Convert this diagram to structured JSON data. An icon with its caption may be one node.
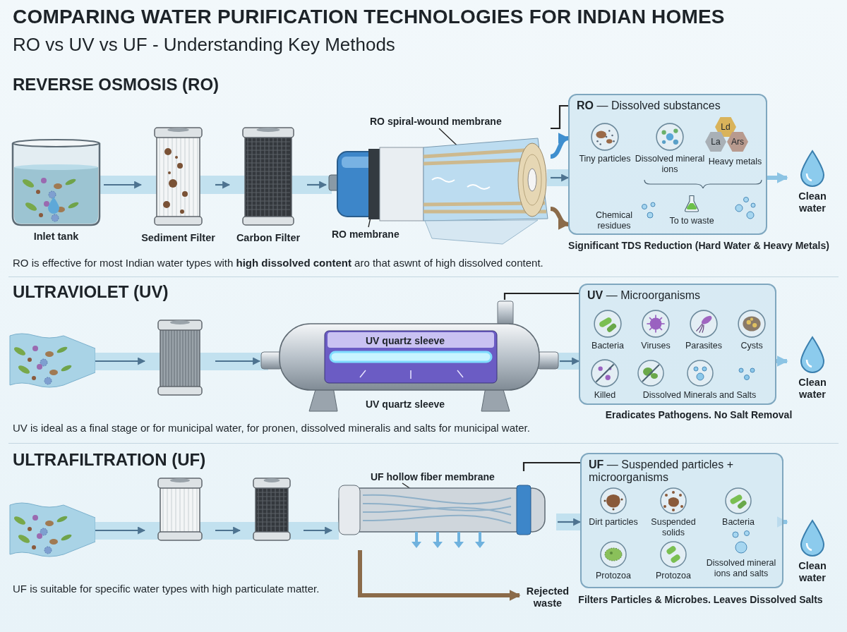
{
  "diagram": {
    "title": "COMPARING WATER PURIFICATION TECHNOLOGIES FOR INDIAN HOMES",
    "nodes": [
      {
        "text": [
          "Inlet tank"
        ]
      },
      {
        "text": [
          "Sediment Filter"
        ]
      },
      {
        "text": [
          "Carbon Filter"
        ]
      },
      {
        "text": [
          "RO spiral-wound membrane",
          "RO membrane"
        ]
      },
      {
        "text": [
          "**RO** — Dissolved substances"
        ],
        "beside": [
          "Significant TDS Reduction (Hard Water & Heavy Metals)"
        ]
      },
      {
        "text": [
          "Tiny particles"
        ],
        "in": 4
      },
      {
        "text": [
          "Dissolved mineral ions"
        ],
        "in": 4
      },
      {
        "text": [
          "Heavy metals"
        ],
        "in": 4
      },
      {
        "text": [
          "Chemical residues"
        ],
        "in": 4
      },
      {
        "text": [
          "To to waste"
        ],
        "in": 4
      },
      {
        "text": [
          "Clean water"
        ]
      },
      {
        "text": [],
        "shape": "picture"
      },
      {
        "text": [],
        "shape": "picture"
      },
      {
        "text": [
          "UV quartz sleeve",
          "UV quartz sleeve"
        ]
      },
      {
        "text": [
          "**UV** — Microorganisms"
        ],
        "beside": [
          "Eradicates Pathogens. No Salt Removal"
        ]
      },
      {
        "text": [
          "Bacteria"
        ],
        "in": 14
      },
      {
        "text": [
          "Viruses"
        ],
        "in": 14
      },
      {
        "text": [
          "Parasites"
        ],
        "in": 14
      },
      {
        "text": [
          "Cysts"
        ],
        "in": 14
      },
      {
        "text": [
          "Killed"
        ],
        "in": 14
      },
      {
        "text": [
          "Dissolved Minerals and Salts"
        ],
        "in": 14
      },
      {
        "text": [
          "Clean water"
        ]
      },
      {
        "text": [],
        "shape": "picture"
      },
      {
        "text": [],
        "shape": "picture"
      },
      {
        "text": [],
        "shape": "picture"
      },
      {
        "text": [
          "UF hollow fiber membrane"
        ]
      },
      {
        "text": [
          "Rejected waste"
        ]
      },
      {
        "text": [
          "**UF** — Suspended particles + microorganisms"
        ],
        "beside": [
          "Filters Particles & Microbes. Leaves Dissolved Salts"
        ]
      },
      {
        "text": [
          "Dirt particles"
        ],
        "in": 27
      },
      {
        "text": [
          "Suspended solids"
        ],
        "in": 27
      },
      {
        "text": [
          "Bacteria"
        ],
        "in": 27
      },
      {
        "text": [
          "Protozoa"
        ],
        "in": 27
      },
      {
        "text": [
          "Protozoa"
        ],
        "in": 27
      },
      {
        "text": [
          "Dissolved mineral ions and salts"
        ],
        "in": 27
      },
      {
        "text": [
          "Clean water"
        ]
      }
    ],
    "edges": [
      {
        "from": 0,
        "to": 1,
        "arrow": "to"
      },
      {
        "from": 1,
        "to": 2,
        "arrow": "to"
      },
      {
        "from": 2,
        "to": 3,
        "arrow": "to"
      },
      {
        "from": 3,
        "to": 4,
        "arrow": "to"
      },
      {
        "from": 3,
        "to": 4,
        "arrow": "to",
        "style": "thick",
        "color": "#3f8fcf"
      },
      {
        "from": 3,
        "to": 4,
        "arrow": "to",
        "style": "thick",
        "color": "#8b6b4a"
      },
      {
        "from": 3,
        "to": 4,
        "arrow": "none",
        "color": "#222222"
      },
      {
        "from": 4,
        "to": 10,
        "arrow": "to",
        "style": "thick",
        "color": "#8cc4e4"
      },
      {
        "from": 11,
        "to": 12,
        "arrow": "to"
      },
      {
        "from": 12,
        "to": 13,
        "arrow": "to"
      },
      {
        "from": 13,
        "to": 14,
        "arrow": "to"
      },
      {
        "from": 13,
        "to": 14,
        "arrow": "none",
        "color": "#222222"
      },
      {
        "from": 14,
        "to": 21,
        "arrow": "to",
        "style": "thick",
        "color": "#8cc4e4"
      },
      {
        "from": 22,
        "to": 23,
        "arrow": "to"
      },
      {
        "from": 23,
        "to": 24,
        "arrow": "to"
      },
      {
        "from": 24,
        "to": 25,
        "arrow": "to"
      },
      {
        "from": 25,
        "to": 27,
        "arrow": "to"
      },
      {
        "from": 25,
        "to": 27,
        "arrow": "none",
        "color": "#222222"
      },
      {
        "from": 27,
        "to": 34,
        "arrow": "to",
        "style": "thick",
        "color": "#8cc4e4"
      },
      {
        "from": 25,
        "to": 26,
        "arrow": "to",
        "style": "thick",
        "color": "#8b6b4a"
      },
      {
        "from": 3,
        "to": null,
        "arrow": "none",
        "color": "#222222"
      },
      {
        "from": 3,
        "to": null,
        "arrow": "none",
        "color": "#222222"
      },
      {
        "from": 25,
        "to": null,
        "arrow": "none",
        "color": "#222222"
      }
    ],
    "labels": [
      "RO vs UV vs UF - Understanding Key Methods",
      "REVERSE OSMOSIS (RO)",
      "Ld",
      "La",
      "Ars",
      "RO is effective for most Indian water types with **high dissolved content** aro that aswnt of high dissolved content.",
      "ULTRAVIOLET (UV)",
      "UV is ideal as a final stage or for municipal water, for pronen, dissolved mineralis and salts for municipal water.",
      "ULTRAFILTRATION (UF)",
      "UF is suitable for specific water types with high particulate matter."
    ]
  }
}
